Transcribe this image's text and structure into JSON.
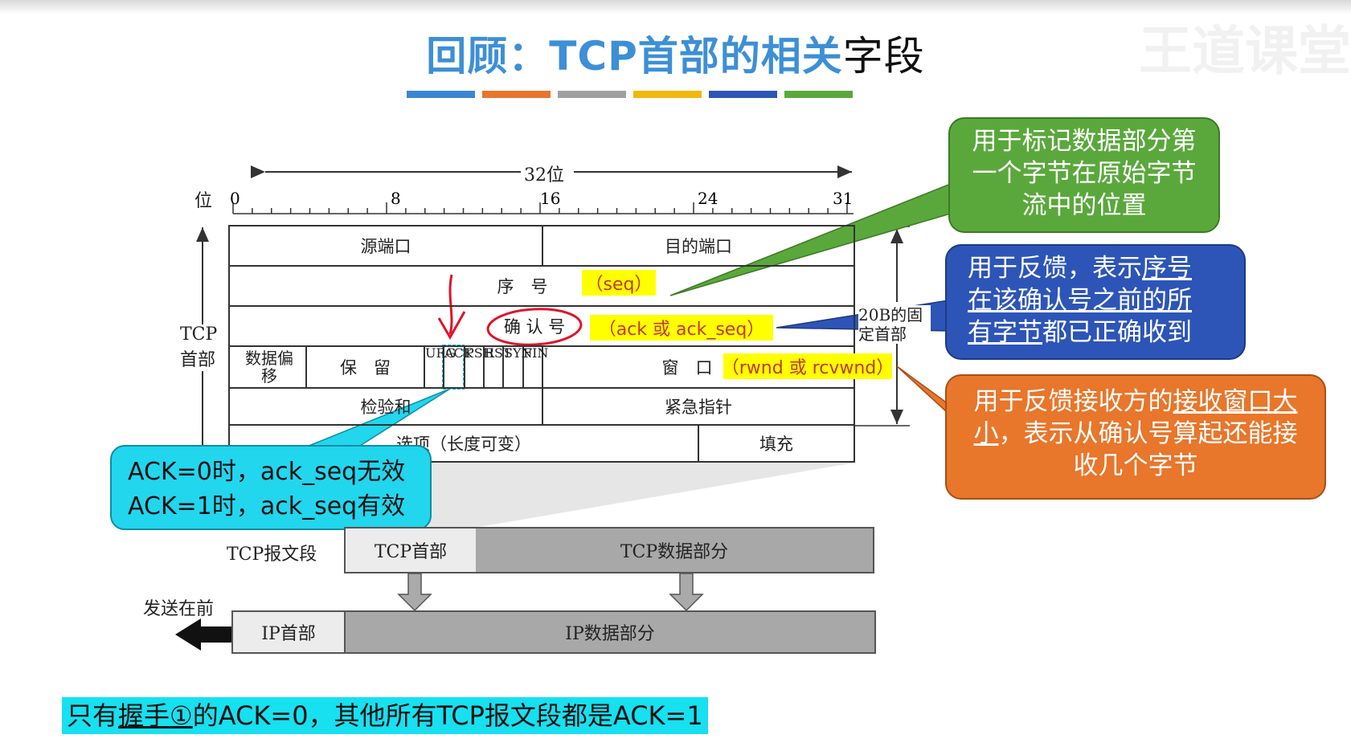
{
  "title": {
    "main": "回顾：TCP首部的相关",
    "hand": "字段"
  },
  "watermark": "王道课堂",
  "color_bars": [
    "#3a86d4",
    "#e8762b",
    "#a0a0a0",
    "#f2b80c",
    "#2d55b8",
    "#5aa83c"
  ],
  "ruler": {
    "width_label": "32位",
    "bits_label": "位",
    "ticks": [
      "0",
      "8",
      "16",
      "24",
      "31"
    ]
  },
  "header": {
    "side_label_tcp": "TCP",
    "side_label_header": "首部",
    "right_label": "20B的固定首部",
    "src_port": "源端口",
    "dst_port": "目的端口",
    "seq": "序　号",
    "ack": "确 认 号",
    "data_offset": "数据偏移",
    "reserved": "保　留",
    "flags": [
      "URG",
      "ACK",
      "PSH",
      "RST",
      "SYN",
      "FIN"
    ],
    "window": "窗　口",
    "checksum": "检验和",
    "urgent": "紧急指针",
    "options": "选项（长度可变）",
    "padding": "填充"
  },
  "highlights": {
    "seq": "（seq）",
    "ack": "（ack 或 ack_seq）",
    "window": "（rwnd 或 rcvwnd）"
  },
  "callouts": {
    "seq": "用于标记数据部分第一个字节在原始字节流中的位置",
    "ack_pre": "用于反馈，表示",
    "ack_u1": "序号",
    "ack_u2": "在该确认号之前的所",
    "ack_u3": "有字节",
    "ack_post": "都已正确收到",
    "win_pre": "用于反馈接收方的",
    "win_u1": "接收窗口",
    "win_u2": "大小",
    "win_post": "，表示从确认号算起还能接收几个字节",
    "ack_flag_line1": "ACK=0时，ack_seq无效",
    "ack_flag_line2": "ACK=1时，ack_seq有效"
  },
  "encap": {
    "segment_label": "TCP报文段",
    "tcp_header": "TCP首部",
    "tcp_data": "TCP数据部分",
    "send_first": "发送在前",
    "ip_header": "IP首部",
    "ip_data": "IP数据部分"
  },
  "bottom_note": {
    "pre": "只有",
    "u": "握手①",
    "post": "的ACK=0，其他所有TCP报文段都是ACK=1"
  }
}
